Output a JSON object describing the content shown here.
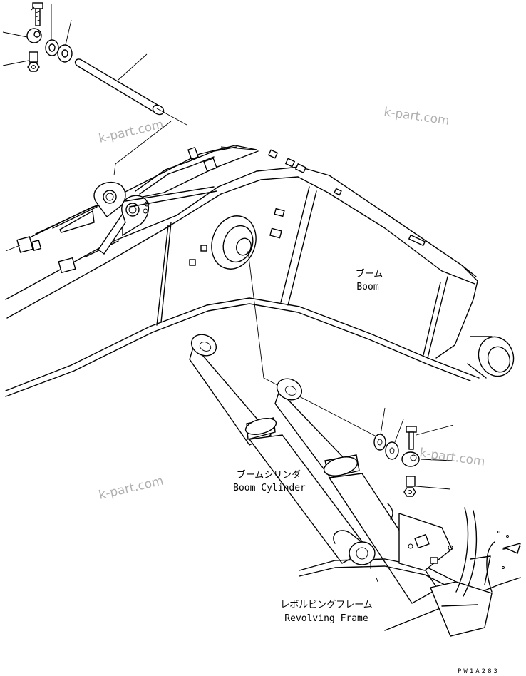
{
  "labels": {
    "boom": {
      "jp": "ブーム",
      "en": "Boom"
    },
    "boom_cylinder": {
      "jp": "ブームシリンダ",
      "en": "Boom Cylinder"
    },
    "revolving_frame": {
      "jp": "レボルビングフレーム",
      "en": "Revolving Frame"
    }
  },
  "watermarks": [
    "k-part.com",
    "k-part.com",
    "k-part.com",
    "k-part.com"
  ],
  "drawing_code": "PW1A283"
}
